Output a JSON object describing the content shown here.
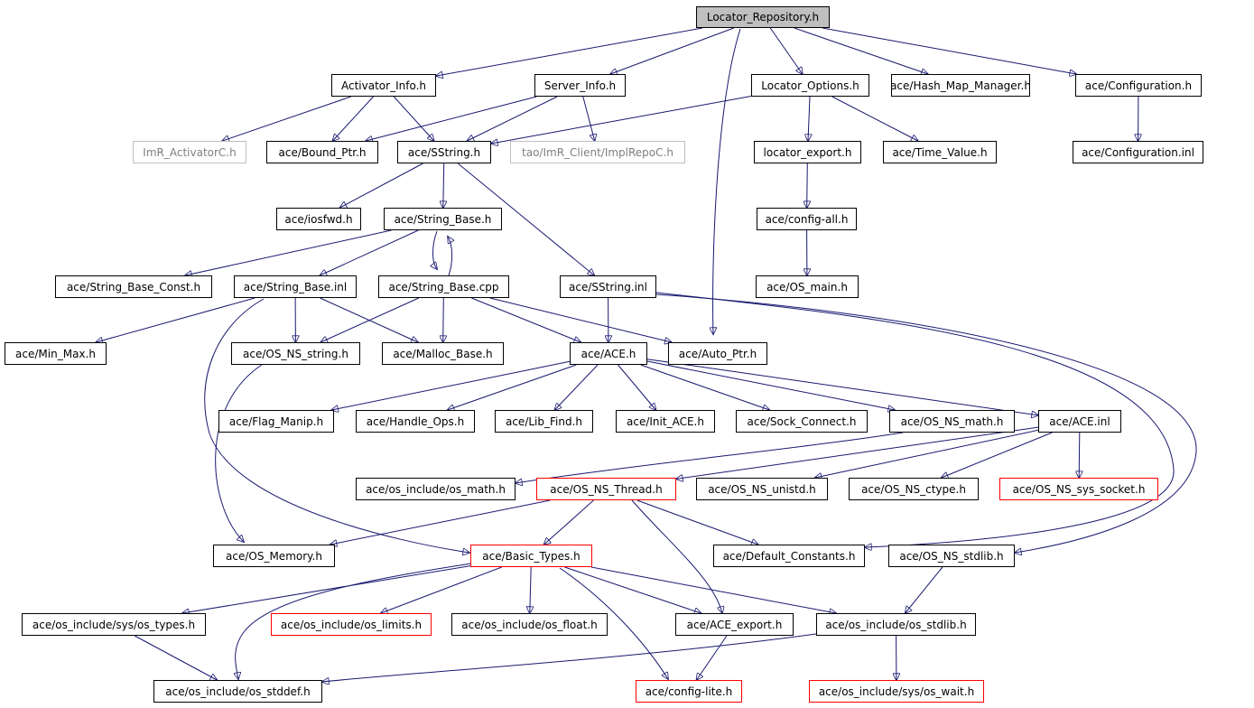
{
  "graph": {
    "colors": {
      "edge": "#191970",
      "node_border": "#000000",
      "root_fill": "#bfbfbf",
      "truncated_border": "#ff0000",
      "external_border": "#bfbfbf"
    },
    "nodes": [
      {
        "id": "locator_repository",
        "label": "Locator_Repository.h",
        "kind": "root"
      },
      {
        "id": "activator_info",
        "label": "Activator_Info.h",
        "kind": "normal"
      },
      {
        "id": "server_info",
        "label": "Server_Info.h",
        "kind": "normal"
      },
      {
        "id": "locator_options",
        "label": "Locator_Options.h",
        "kind": "normal"
      },
      {
        "id": "hash_map_manager",
        "label": "ace/Hash_Map_Manager.h",
        "kind": "normal"
      },
      {
        "id": "configuration",
        "label": "ace/Configuration.h",
        "kind": "normal"
      },
      {
        "id": "imr_activatorc",
        "label": "ImR_ActivatorC.h",
        "kind": "external"
      },
      {
        "id": "bound_ptr",
        "label": "ace/Bound_Ptr.h",
        "kind": "normal"
      },
      {
        "id": "sstring",
        "label": "ace/SString.h",
        "kind": "normal"
      },
      {
        "id": "implrepoc",
        "label": "tao/ImR_Client/ImplRepoC.h",
        "kind": "external"
      },
      {
        "id": "locator_export",
        "label": "locator_export.h",
        "kind": "normal"
      },
      {
        "id": "time_value",
        "label": "ace/Time_Value.h",
        "kind": "normal"
      },
      {
        "id": "configuration_inl",
        "label": "ace/Configuration.inl",
        "kind": "normal"
      },
      {
        "id": "iosfwd",
        "label": "ace/iosfwd.h",
        "kind": "normal"
      },
      {
        "id": "string_base",
        "label": "ace/String_Base.h",
        "kind": "normal"
      },
      {
        "id": "config_all",
        "label": "ace/config-all.h",
        "kind": "normal"
      },
      {
        "id": "string_base_const",
        "label": "ace/String_Base_Const.h",
        "kind": "normal"
      },
      {
        "id": "string_base_inl",
        "label": "ace/String_Base.inl",
        "kind": "normal"
      },
      {
        "id": "string_base_cpp",
        "label": "ace/String_Base.cpp",
        "kind": "normal"
      },
      {
        "id": "sstring_inl",
        "label": "ace/SString.inl",
        "kind": "normal"
      },
      {
        "id": "os_main",
        "label": "ace/OS_main.h",
        "kind": "normal"
      },
      {
        "id": "min_max",
        "label": "ace/Min_Max.h",
        "kind": "normal"
      },
      {
        "id": "os_ns_string",
        "label": "ace/OS_NS_string.h",
        "kind": "normal"
      },
      {
        "id": "malloc_base",
        "label": "ace/Malloc_Base.h",
        "kind": "normal"
      },
      {
        "id": "ace_h",
        "label": "ace/ACE.h",
        "kind": "normal"
      },
      {
        "id": "auto_ptr",
        "label": "ace/Auto_Ptr.h",
        "kind": "normal"
      },
      {
        "id": "flag_manip",
        "label": "ace/Flag_Manip.h",
        "kind": "normal"
      },
      {
        "id": "handle_ops",
        "label": "ace/Handle_Ops.h",
        "kind": "normal"
      },
      {
        "id": "lib_find",
        "label": "ace/Lib_Find.h",
        "kind": "normal"
      },
      {
        "id": "init_ace",
        "label": "ace/Init_ACE.h",
        "kind": "normal"
      },
      {
        "id": "sock_connect",
        "label": "ace/Sock_Connect.h",
        "kind": "normal"
      },
      {
        "id": "os_ns_math",
        "label": "ace/OS_NS_math.h",
        "kind": "normal"
      },
      {
        "id": "ace_inl",
        "label": "ace/ACE.inl",
        "kind": "normal"
      },
      {
        "id": "os_math",
        "label": "ace/os_include/os_math.h",
        "kind": "normal"
      },
      {
        "id": "os_ns_thread",
        "label": "ace/OS_NS_Thread.h",
        "kind": "truncated"
      },
      {
        "id": "os_ns_unistd",
        "label": "ace/OS_NS_unistd.h",
        "kind": "normal"
      },
      {
        "id": "os_ns_ctype",
        "label": "ace/OS_NS_ctype.h",
        "kind": "normal"
      },
      {
        "id": "os_ns_sys_socket",
        "label": "ace/OS_NS_sys_socket.h",
        "kind": "truncated"
      },
      {
        "id": "os_memory",
        "label": "ace/OS_Memory.h",
        "kind": "normal"
      },
      {
        "id": "basic_types",
        "label": "ace/Basic_Types.h",
        "kind": "truncated"
      },
      {
        "id": "default_constants",
        "label": "ace/Default_Constants.h",
        "kind": "normal"
      },
      {
        "id": "os_ns_stdlib",
        "label": "ace/OS_NS_stdlib.h",
        "kind": "normal"
      },
      {
        "id": "sys_os_types",
        "label": "ace/os_include/sys/os_types.h",
        "kind": "normal"
      },
      {
        "id": "os_limits",
        "label": "ace/os_include/os_limits.h",
        "kind": "truncated"
      },
      {
        "id": "os_float",
        "label": "ace/os_include/os_float.h",
        "kind": "normal"
      },
      {
        "id": "ace_export",
        "label": "ace/ACE_export.h",
        "kind": "normal"
      },
      {
        "id": "os_stdlib",
        "label": "ace/os_include/os_stdlib.h",
        "kind": "normal"
      },
      {
        "id": "os_stddef",
        "label": "ace/os_include/os_stddef.h",
        "kind": "normal"
      },
      {
        "id": "config_lite",
        "label": "ace/config-lite.h",
        "kind": "truncated"
      },
      {
        "id": "sys_os_wait",
        "label": "ace/os_include/sys/os_wait.h",
        "kind": "truncated"
      }
    ],
    "edges": [
      [
        "locator_repository",
        "activator_info"
      ],
      [
        "locator_repository",
        "server_info"
      ],
      [
        "locator_repository",
        "locator_options"
      ],
      [
        "locator_repository",
        "hash_map_manager"
      ],
      [
        "locator_repository",
        "configuration"
      ],
      [
        "locator_repository",
        "auto_ptr"
      ],
      [
        "activator_info",
        "imr_activatorc"
      ],
      [
        "activator_info",
        "bound_ptr"
      ],
      [
        "activator_info",
        "sstring"
      ],
      [
        "server_info",
        "bound_ptr"
      ],
      [
        "server_info",
        "sstring"
      ],
      [
        "server_info",
        "implrepoc"
      ],
      [
        "locator_options",
        "sstring"
      ],
      [
        "locator_options",
        "locator_export"
      ],
      [
        "locator_options",
        "time_value"
      ],
      [
        "configuration",
        "configuration_inl"
      ],
      [
        "sstring",
        "iosfwd"
      ],
      [
        "sstring",
        "string_base"
      ],
      [
        "sstring",
        "sstring_inl"
      ],
      [
        "locator_export",
        "config_all"
      ],
      [
        "config_all",
        "os_main"
      ],
      [
        "string_base",
        "string_base_const"
      ],
      [
        "string_base",
        "string_base_inl"
      ],
      [
        "string_base",
        "string_base_cpp"
      ],
      [
        "string_base_cpp",
        "string_base"
      ],
      [
        "string_base_inl",
        "min_max"
      ],
      [
        "string_base_inl",
        "os_ns_string"
      ],
      [
        "string_base_inl",
        "malloc_base"
      ],
      [
        "string_base_inl",
        "basic_types"
      ],
      [
        "string_base_cpp",
        "os_ns_string"
      ],
      [
        "string_base_cpp",
        "malloc_base"
      ],
      [
        "string_base_cpp",
        "ace_h"
      ],
      [
        "string_base_cpp",
        "auto_ptr"
      ],
      [
        "sstring_inl",
        "ace_h"
      ],
      [
        "sstring_inl",
        "default_constants"
      ],
      [
        "sstring_inl",
        "os_ns_stdlib"
      ],
      [
        "os_ns_string",
        "os_memory"
      ],
      [
        "ace_h",
        "flag_manip"
      ],
      [
        "ace_h",
        "handle_ops"
      ],
      [
        "ace_h",
        "lib_find"
      ],
      [
        "ace_h",
        "init_ace"
      ],
      [
        "ace_h",
        "sock_connect"
      ],
      [
        "ace_h",
        "os_ns_math"
      ],
      [
        "ace_h",
        "ace_inl"
      ],
      [
        "os_ns_math",
        "os_math"
      ],
      [
        "ace_inl",
        "os_ns_thread"
      ],
      [
        "ace_inl",
        "os_ns_unistd"
      ],
      [
        "ace_inl",
        "os_ns_ctype"
      ],
      [
        "ace_inl",
        "os_ns_sys_socket"
      ],
      [
        "os_ns_thread",
        "os_memory"
      ],
      [
        "os_ns_thread",
        "basic_types"
      ],
      [
        "os_ns_thread",
        "default_constants"
      ],
      [
        "os_ns_thread",
        "ace_export"
      ],
      [
        "basic_types",
        "sys_os_types"
      ],
      [
        "basic_types",
        "os_limits"
      ],
      [
        "basic_types",
        "os_float"
      ],
      [
        "basic_types",
        "ace_export"
      ],
      [
        "basic_types",
        "os_stdlib"
      ],
      [
        "basic_types",
        "config_lite"
      ],
      [
        "basic_types",
        "os_stddef"
      ],
      [
        "sys_os_types",
        "os_stddef"
      ],
      [
        "os_stdlib",
        "os_stddef"
      ],
      [
        "os_stdlib",
        "sys_os_wait"
      ],
      [
        "os_ns_stdlib",
        "os_stdlib"
      ],
      [
        "ace_export",
        "config_lite"
      ]
    ]
  }
}
